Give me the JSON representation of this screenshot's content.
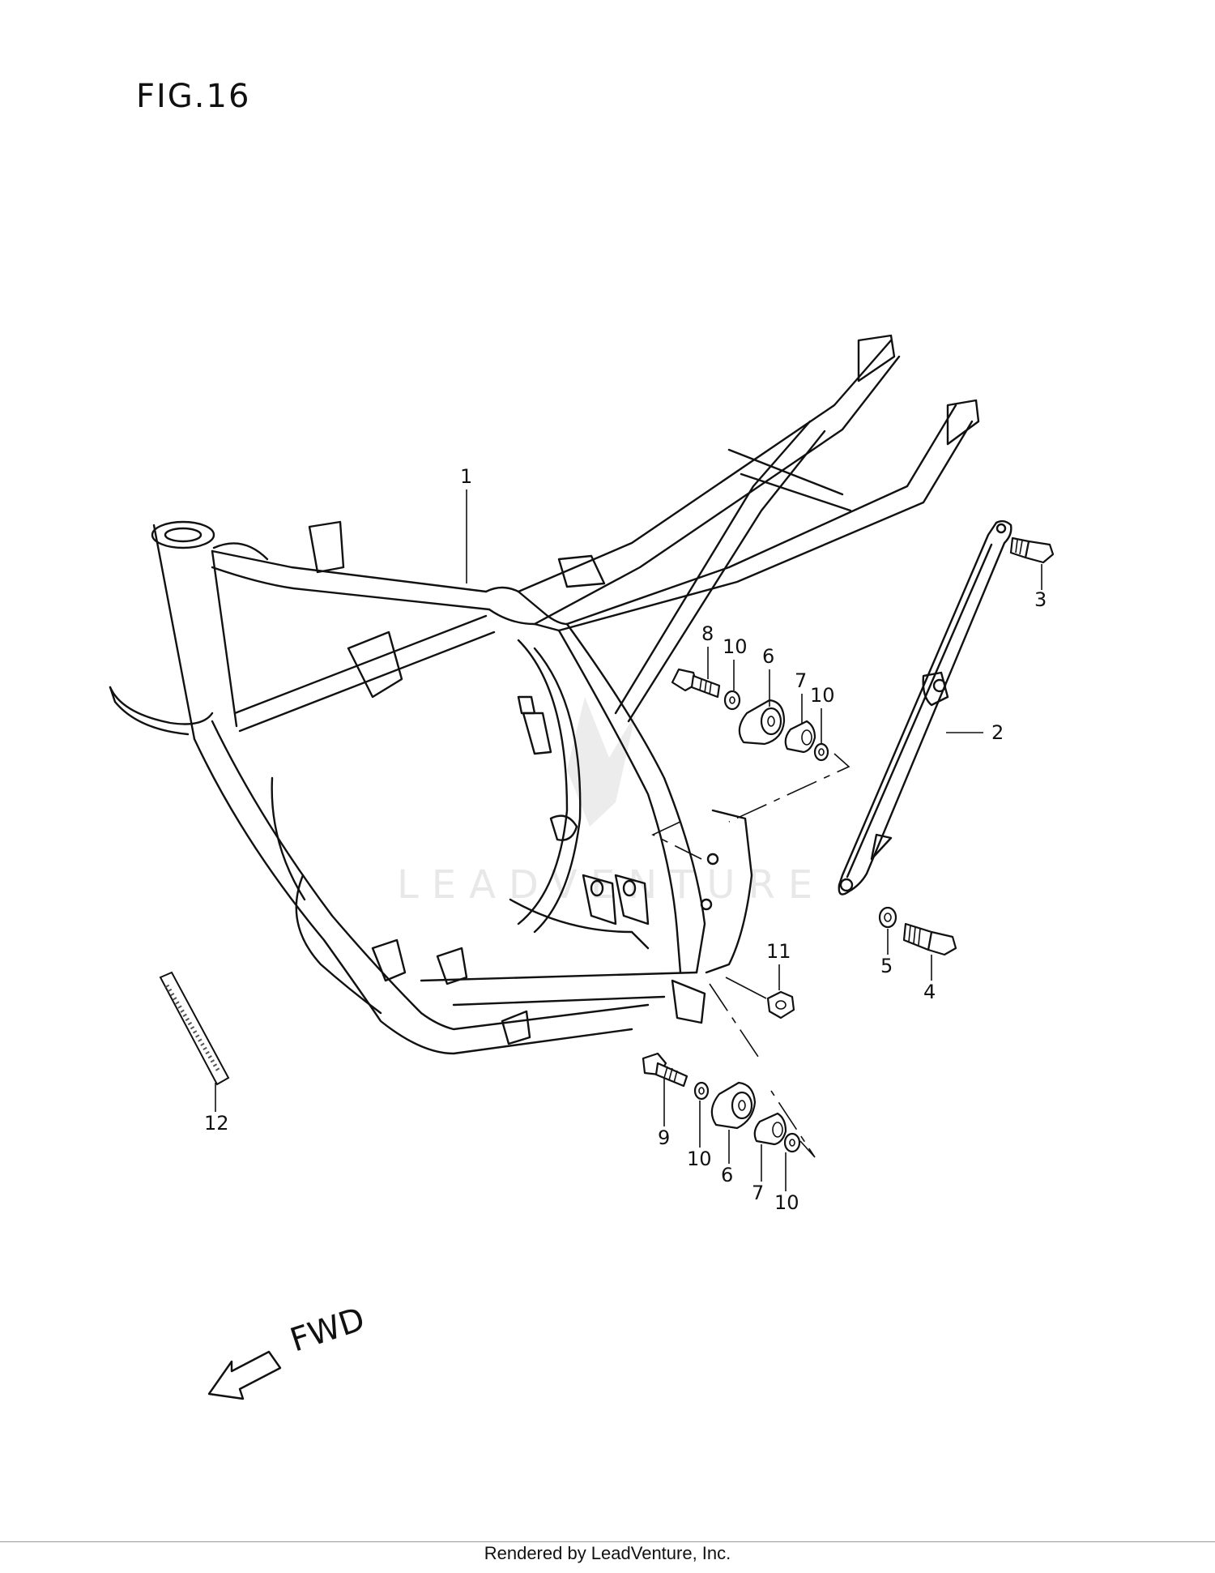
{
  "figure": {
    "title": "FIG.16",
    "watermark": "LEADVENTURE",
    "direction_label": "FWD",
    "footer": "Rendered by LeadVenture, Inc."
  },
  "callouts": [
    {
      "id": "c1",
      "label": "1"
    },
    {
      "id": "c2",
      "label": "2"
    },
    {
      "id": "c3",
      "label": "3"
    },
    {
      "id": "c4",
      "label": "4"
    },
    {
      "id": "c5",
      "label": "5"
    },
    {
      "id": "c6a",
      "label": "6"
    },
    {
      "id": "c6b",
      "label": "6"
    },
    {
      "id": "c7a",
      "label": "7"
    },
    {
      "id": "c7b",
      "label": "7"
    },
    {
      "id": "c8",
      "label": "8"
    },
    {
      "id": "c9",
      "label": "9"
    },
    {
      "id": "c10a",
      "label": "10"
    },
    {
      "id": "c10b",
      "label": "10"
    },
    {
      "id": "c10c",
      "label": "10"
    },
    {
      "id": "c10d",
      "label": "10"
    },
    {
      "id": "c11",
      "label": "11"
    },
    {
      "id": "c12",
      "label": "12"
    }
  ]
}
